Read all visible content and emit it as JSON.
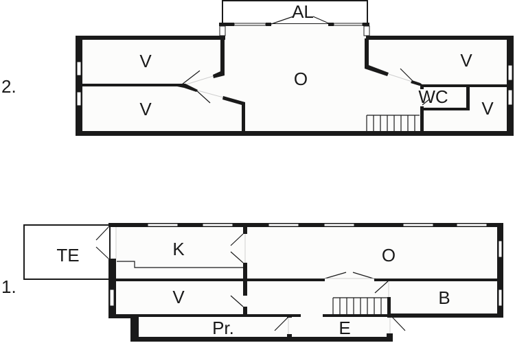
{
  "diagram": {
    "type": "floor-plan",
    "colors": {
      "wall": "#1a1a1a",
      "floor": "#fcfcfb",
      "background": "#ffffff"
    },
    "floors": [
      {
        "number_label": "2.",
        "rooms": [
          {
            "id": "al",
            "label": "AL"
          },
          {
            "id": "v_top_left",
            "label": "V"
          },
          {
            "id": "v_bottom_left",
            "label": "V"
          },
          {
            "id": "o",
            "label": "O"
          },
          {
            "id": "v_top_right",
            "label": "V"
          },
          {
            "id": "wc",
            "label": "WC"
          },
          {
            "id": "v_bottom_right",
            "label": "V"
          }
        ]
      },
      {
        "number_label": "1.",
        "rooms": [
          {
            "id": "te",
            "label": "TE"
          },
          {
            "id": "k",
            "label": "K"
          },
          {
            "id": "o",
            "label": "O"
          },
          {
            "id": "v",
            "label": "V"
          },
          {
            "id": "b",
            "label": "B"
          },
          {
            "id": "pr",
            "label": "Pr."
          },
          {
            "id": "e",
            "label": "E"
          }
        ]
      }
    ]
  }
}
